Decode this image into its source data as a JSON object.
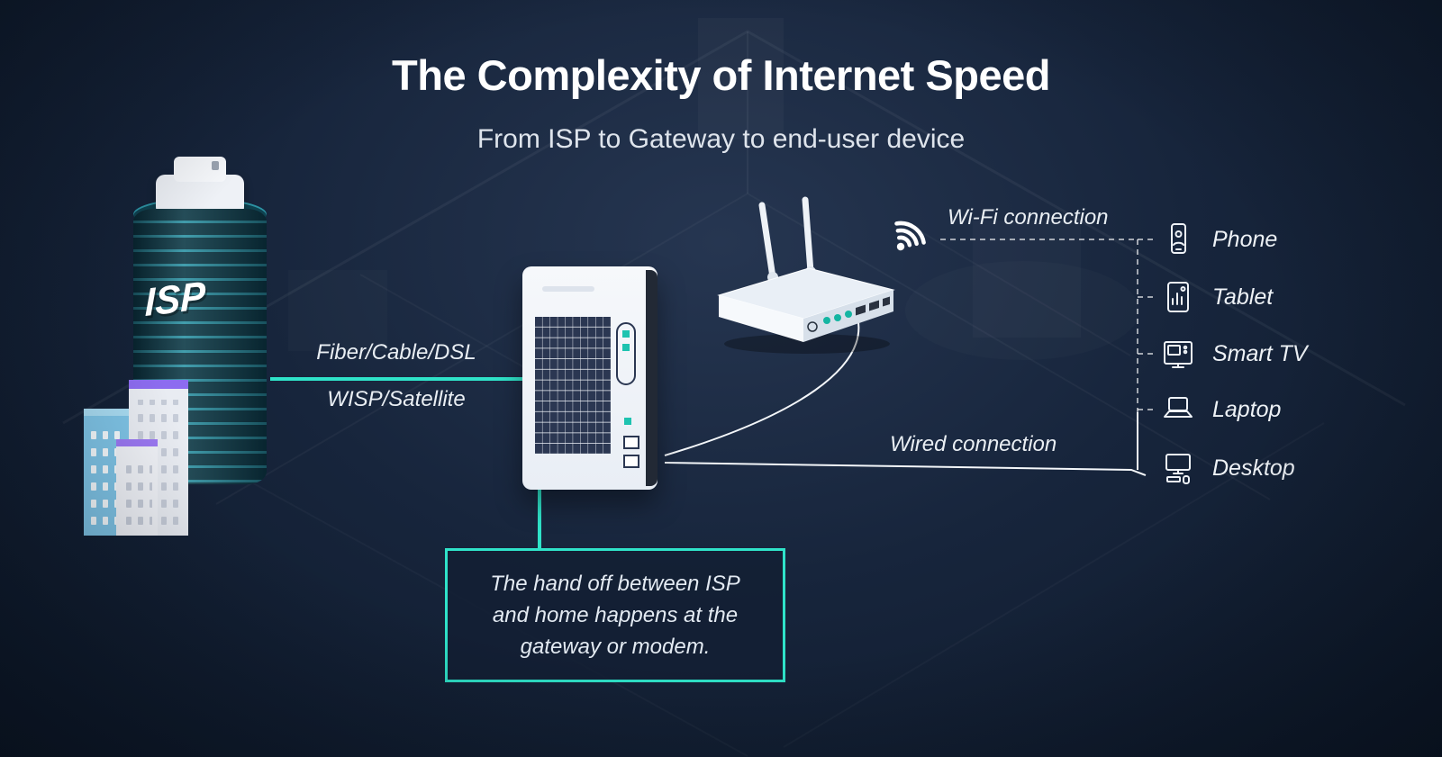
{
  "header": {
    "title": "The Complexity of Internet Speed",
    "subtitle": "From ISP to Gateway to end-user device"
  },
  "isp": {
    "label": "ISP"
  },
  "links": {
    "fiber": "Fiber/Cable/DSL",
    "wisp": "WISP/Satellite"
  },
  "wifi": {
    "label": "Wi-Fi connection"
  },
  "wired": {
    "label": "Wired connection"
  },
  "devices": [
    {
      "name": "phone",
      "label": "Phone"
    },
    {
      "name": "tablet",
      "label": "Tablet"
    },
    {
      "name": "smart-tv",
      "label": "Smart TV"
    },
    {
      "name": "laptop",
      "label": "Laptop"
    },
    {
      "name": "desktop",
      "label": "Desktop"
    }
  ],
  "callout": {
    "lines": [
      "The hand off between ISP",
      "and home happens at the",
      "gateway or modem."
    ]
  },
  "colors": {
    "accent_teal": "#2fe3c9",
    "background_top": "#263651",
    "background_bottom": "#0d1828",
    "text": "#ffffff",
    "isp_tower_dark": "#0d3a47",
    "isp_tower_stripe": "#2d93a4",
    "building_blue": "#7fc4e6",
    "building_purple": "#8d6cf0"
  }
}
